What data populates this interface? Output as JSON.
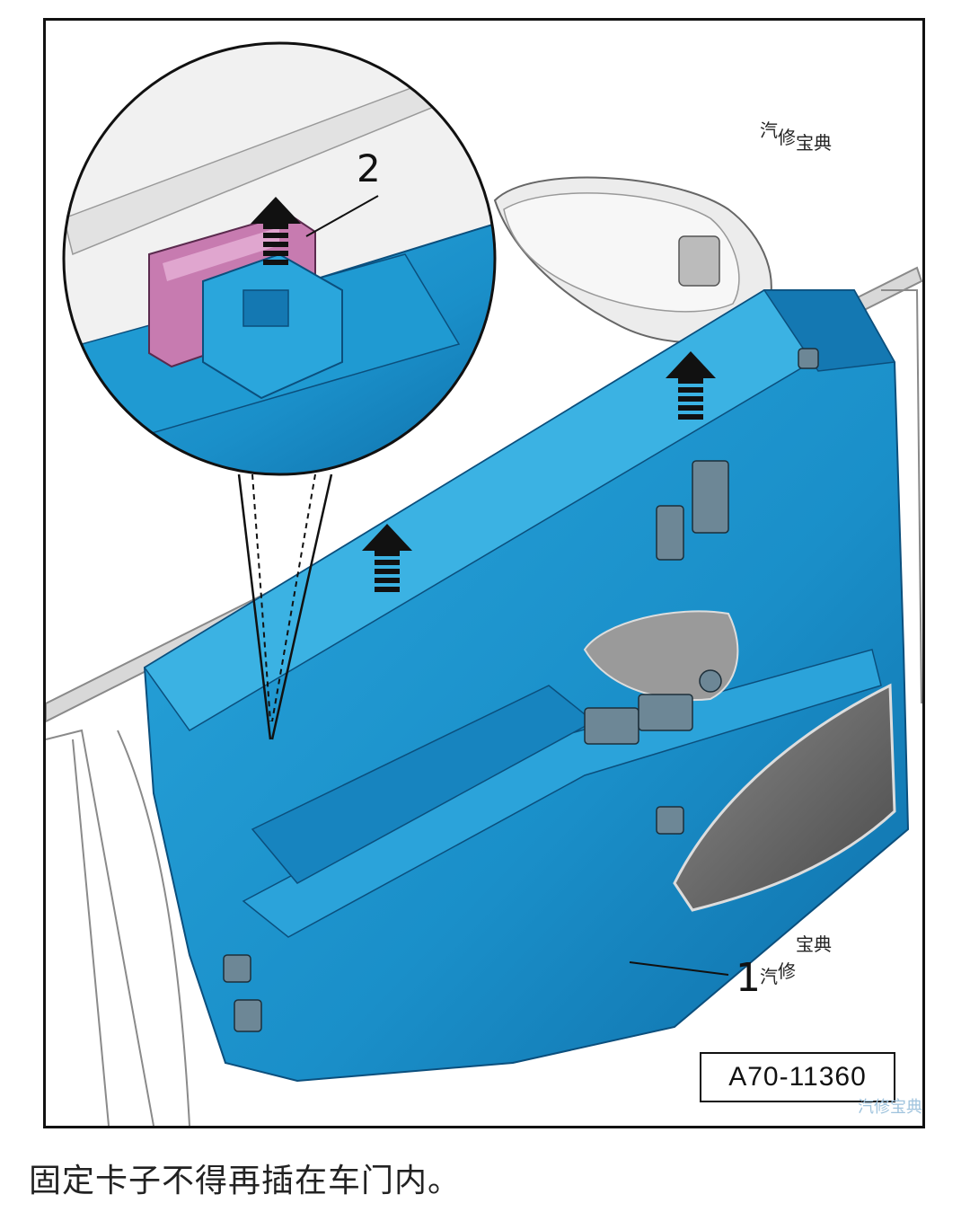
{
  "figure": {
    "callout_1": "1",
    "callout_2": "2",
    "reference_code": "A70-11360",
    "watermark_top": [
      "汽",
      "修",
      "宝典"
    ],
    "watermark_bottom": [
      "汽",
      "修",
      "宝典"
    ],
    "corner_mark": "汽修宝典"
  },
  "caption": "固定卡子不得再插在车门内。",
  "colors": {
    "panel_blue": "#1a8fc9",
    "panel_dark": "#0d5f96",
    "clip_pink": "#c77bb0",
    "line": "#111111"
  },
  "icons": [
    "up-arrow-icon",
    "up-arrow-icon",
    "up-arrow-icon"
  ]
}
